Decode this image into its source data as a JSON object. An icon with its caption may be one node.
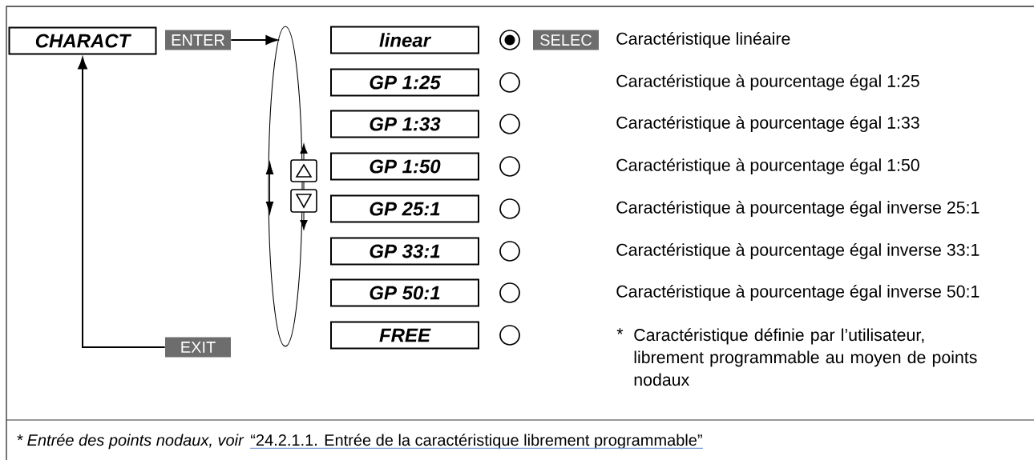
{
  "diagram": {
    "nodes": [
      {
        "text": [
          "CHARACT"
        ]
      },
      {
        "text": [
          "ENTER"
        ]
      },
      {
        "text": [],
        "shape": "ellipse"
      },
      {
        "text": [
          "EXIT"
        ]
      },
      {
        "text": [
          "linear"
        ]
      },
      {
        "text": [
          "GP 1:25"
        ]
      },
      {
        "text": [
          "GP 1:33"
        ]
      },
      {
        "text": [
          "GP 1:50"
        ]
      },
      {
        "text": [
          "GP 25:1"
        ]
      },
      {
        "text": [
          "GP 33:1"
        ]
      },
      {
        "text": [
          "GP 50:1"
        ]
      },
      {
        "text": [
          "FREE"
        ]
      },
      {
        "text": [
          "SELEC"
        ]
      }
    ],
    "edges": [
      {
        "from": 1,
        "to": 2,
        "arrow": "to"
      },
      {
        "from": 3,
        "to": 0,
        "arrow": "to"
      }
    ],
    "labels": [
      "Caractéristique linéaire",
      "Caractéristique à pourcentage égal 1:25",
      "Caractéristique à pourcentage égal 1:33",
      "Caractéristique à pourcentage égal 1:50",
      "Caractéristique à pourcentage égal inverse 25:1",
      "Caractéristique à pourcentage égal inverse 33:1",
      "Caractéristique à pourcentage égal inverse 50:1",
      "*",
      "Caractéristique définie par l’utilisateur, librement programmable au moyen de points nodaux",
      "* Entrée des points nodaux, voir",
      "“24.2.1.1. Entrée de la caractéristique librement programmable”"
    ]
  }
}
